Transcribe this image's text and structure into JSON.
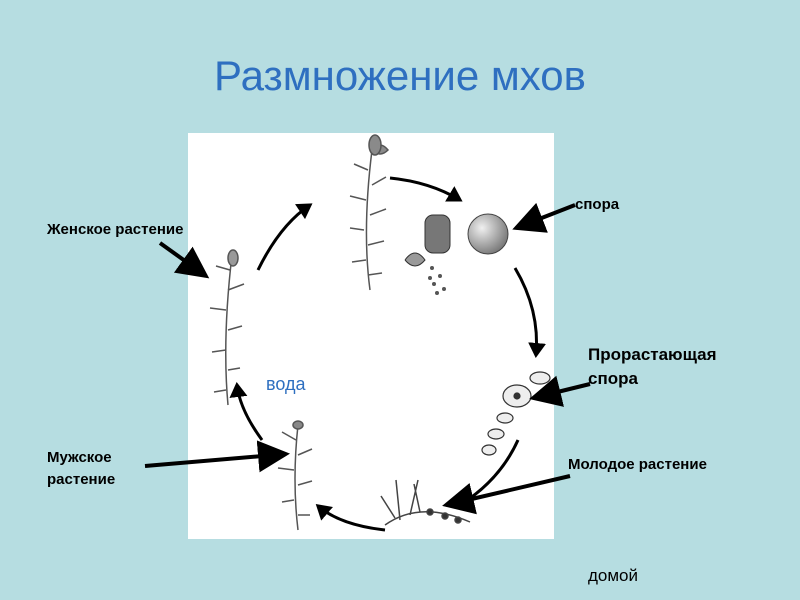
{
  "slide": {
    "title": "Размножение мхов",
    "water_label": "вода",
    "home_link": "домой"
  },
  "labels": {
    "female_plant": "Женское растение",
    "spore": "спора",
    "germinating_spore_line1": "Прорастающая",
    "germinating_spore_line2": "спора",
    "male_plant_line1": "Мужское",
    "male_plant_line2": "растение",
    "young_plant": "Молодое растение"
  },
  "colors": {
    "background": "#b6dde1",
    "title": "#2e6fc0",
    "panel": "#ffffff",
    "arrows": "#000000"
  }
}
